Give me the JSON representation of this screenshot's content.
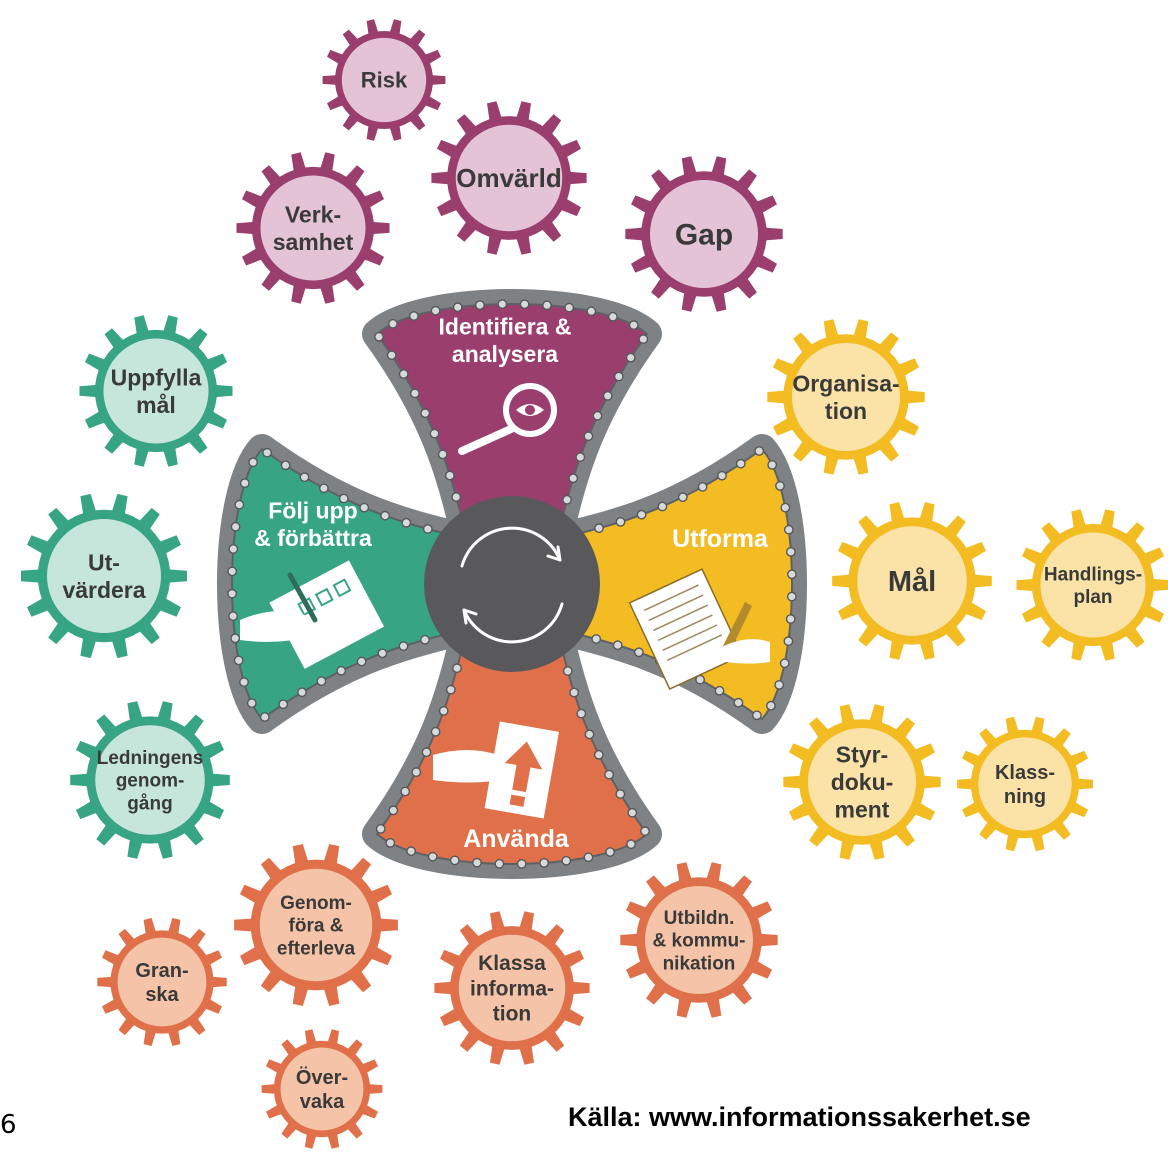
{
  "colors": {
    "purple": "#9a3e6e",
    "purple_light": "#e3c3d5",
    "yellow": "#f4bc23",
    "yellow_light": "#fbe3a7",
    "orange": "#e0704a",
    "orange_light": "#f5c3a7",
    "green": "#37a484",
    "green_light": "#c6e5db",
    "hub": "#59595c",
    "chain": "#7f8285"
  },
  "center": {
    "icon": "cycle-arrows-icon"
  },
  "phases": {
    "identify": {
      "lines": [
        "Identifiera &",
        "analysera"
      ],
      "icon": "magnifier-eye-icon"
    },
    "design": {
      "lines": [
        "Utforma"
      ],
      "icon": "document-pen-icon"
    },
    "use": {
      "lines": [
        "Använda"
      ],
      "icon": "document-arrow-icon"
    },
    "follow": {
      "lines": [
        "Följ upp",
        "& förbättra"
      ],
      "icon": "checklist-pen-icon"
    }
  },
  "gears": {
    "risk": [
      "Risk"
    ],
    "omvarld": [
      "Omvärld"
    ],
    "verksamhet": [
      "Verk-",
      "samhet"
    ],
    "gap": [
      "Gap"
    ],
    "organisation": [
      "Organisa-",
      "tion"
    ],
    "mal": [
      "Mål"
    ],
    "handlingsplan": [
      "Handlings-",
      "plan"
    ],
    "styrdokument": [
      "Styr-",
      "doku-",
      "ment"
    ],
    "klassning": [
      "Klass-",
      "ning"
    ],
    "utbildning": [
      "Utbildn.",
      "& kommu-",
      "nikation"
    ],
    "klassa": [
      "Klassa",
      "informa-",
      "tion"
    ],
    "genomfora": [
      "Genom-",
      "föra &",
      "efterleva"
    ],
    "granska": [
      "Gran-",
      "ska"
    ],
    "overvaka": [
      "Över-",
      "vaka"
    ],
    "uppfylla": [
      "Uppfylla",
      "mål"
    ],
    "utvardera": [
      "Ut-",
      "värdera"
    ],
    "ledningens": [
      "Ledningens",
      "genom-",
      "gång"
    ]
  },
  "footer": {
    "page": "6",
    "source": "Källa: www.informationssakerhet.se"
  }
}
